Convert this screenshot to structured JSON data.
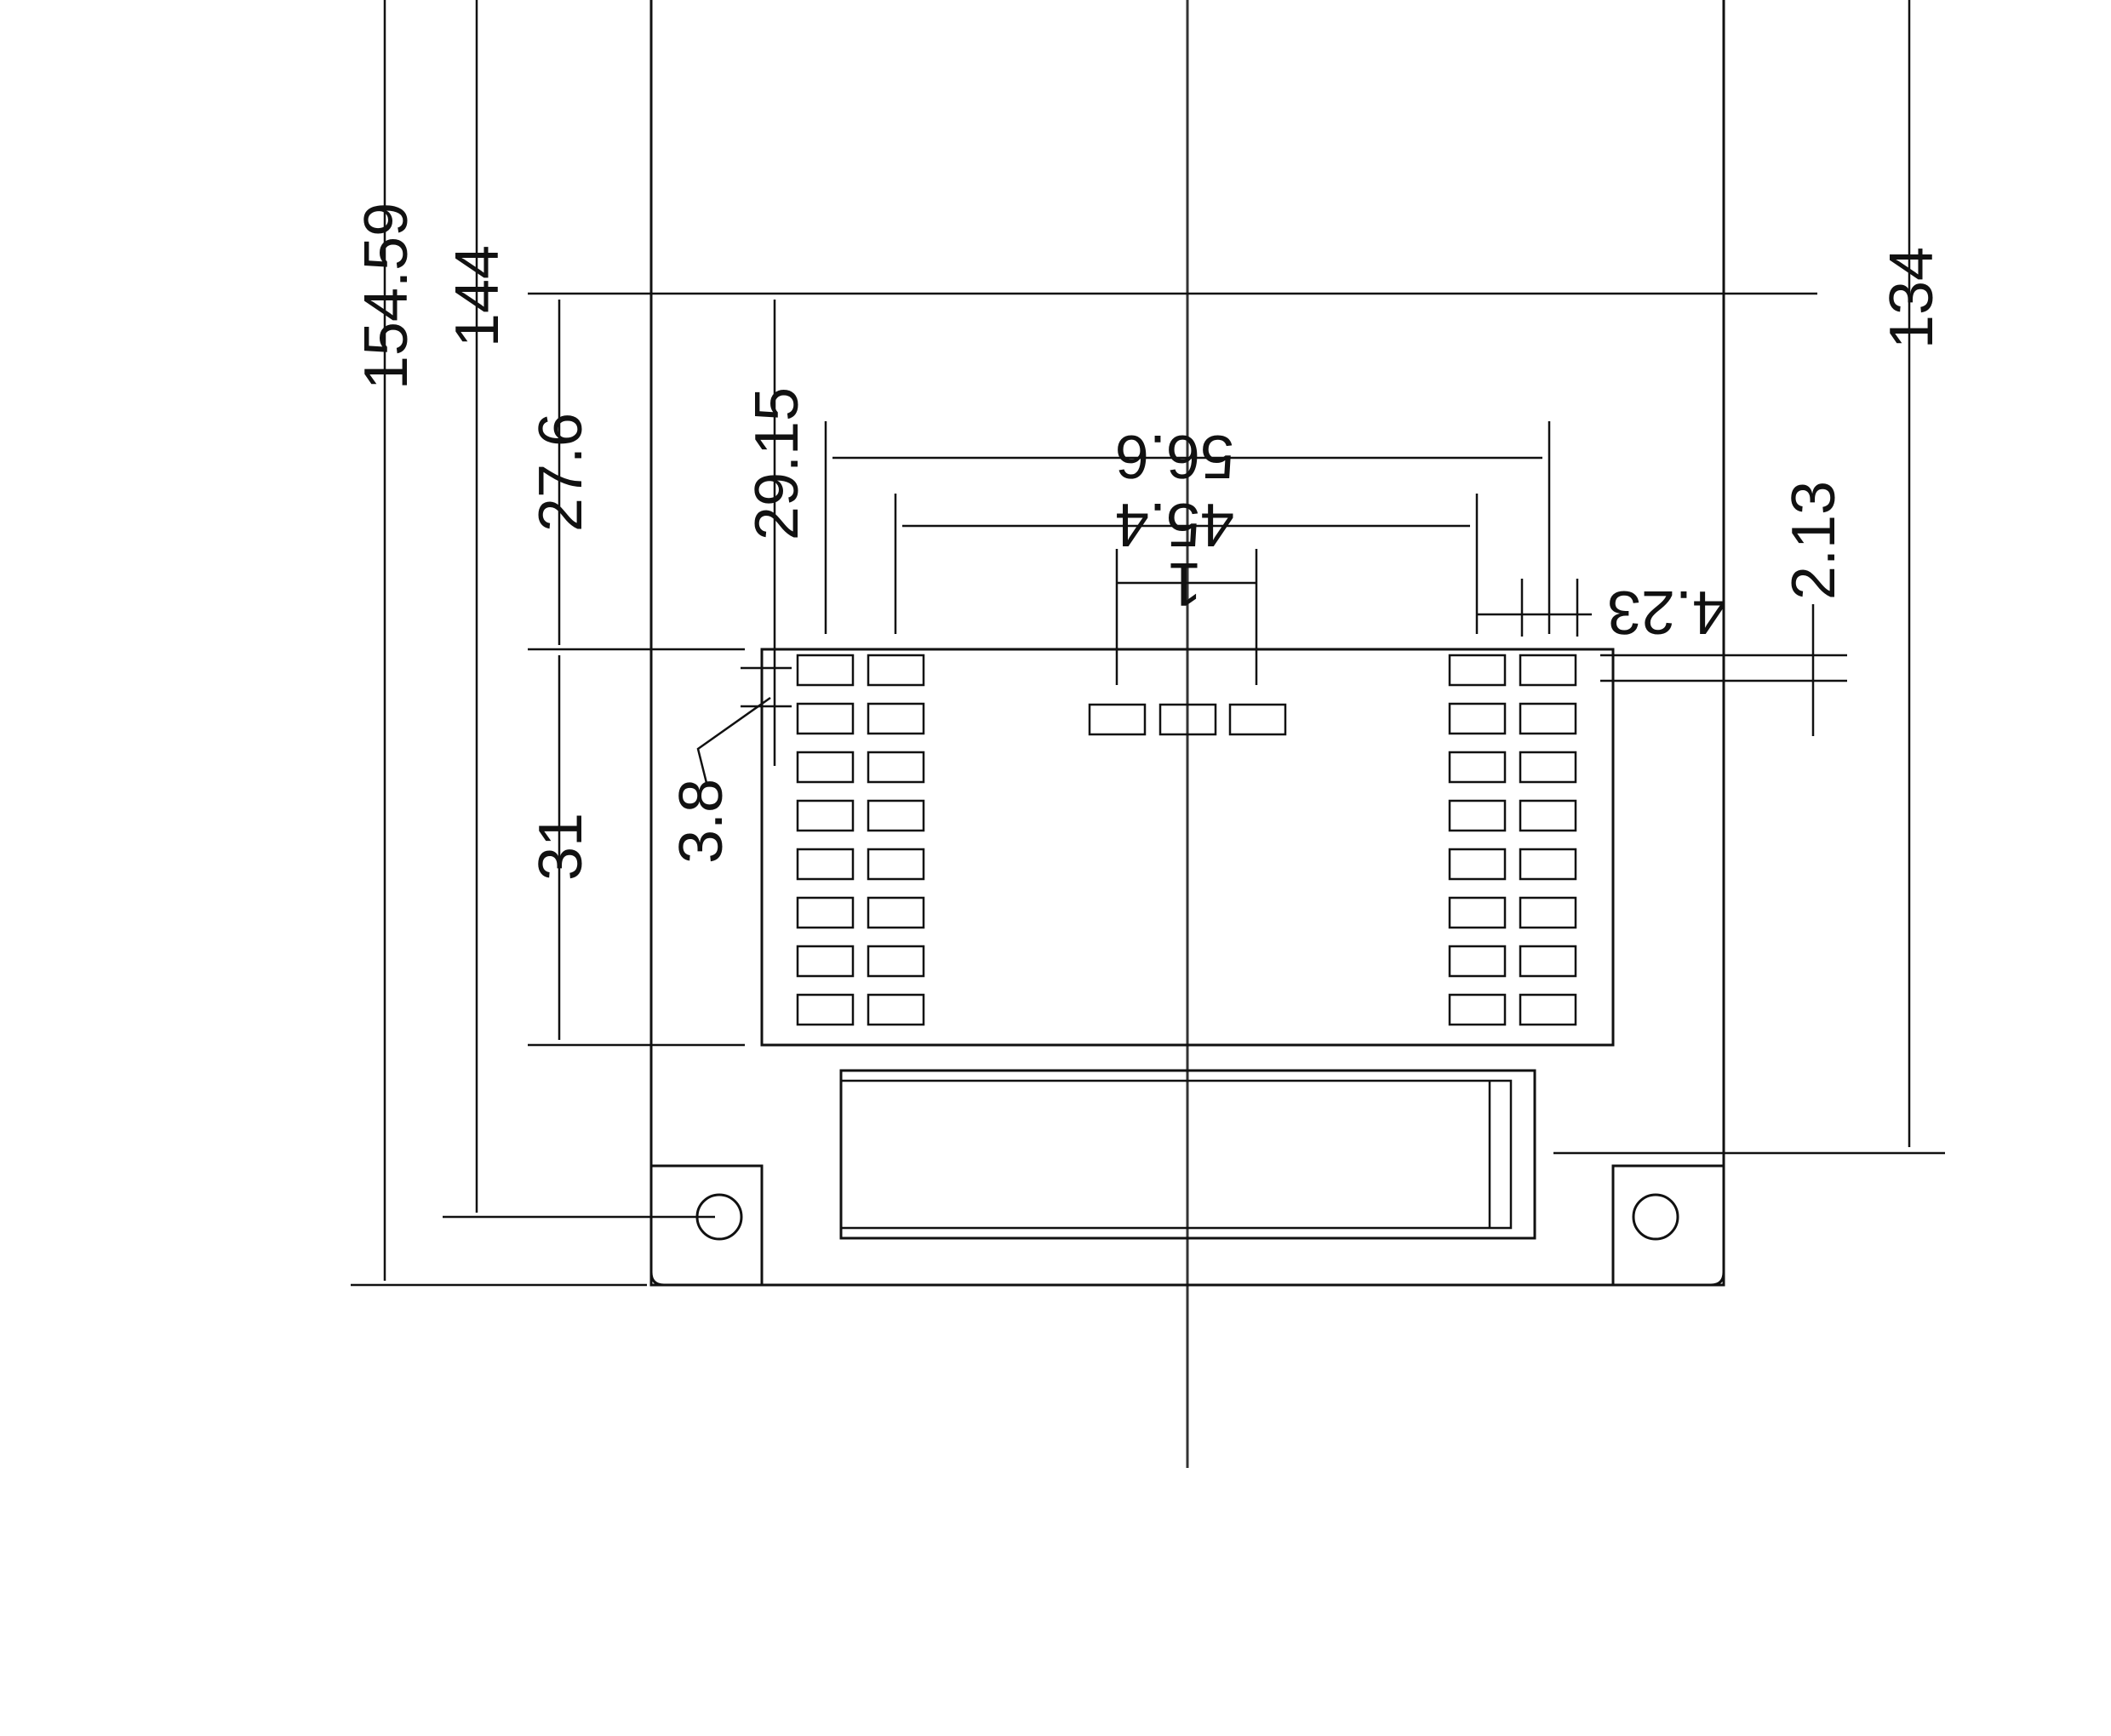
{
  "drawing": {
    "dimensions": {
      "overall_height": "154.59",
      "hole_height": "144",
      "right_height": "134",
      "upper_height": "27.6",
      "connector_offset": "29.15",
      "connector_span": "31",
      "pitch_outer": "56.6",
      "pitch_inner": "45.4",
      "pad_gap": "1",
      "pad_width": "4.23",
      "pad_height": "2.13",
      "corner_offset": "3.8"
    },
    "pad_rows": 8,
    "colors": {
      "line": "#111111",
      "axis": "#333333",
      "background": "#ffffff"
    }
  }
}
